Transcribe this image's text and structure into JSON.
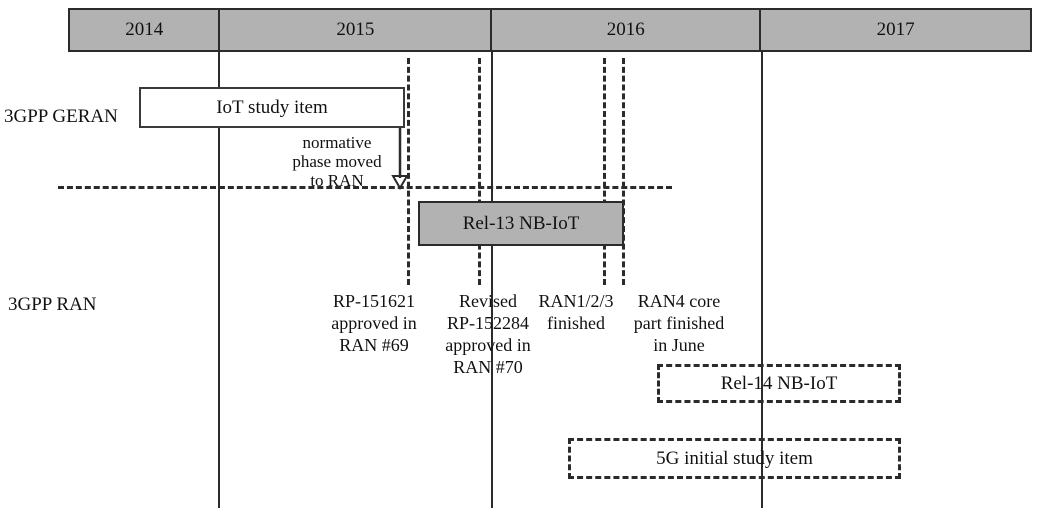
{
  "diagram": {
    "title": "NB-IoT standardization timeline in 3GPP",
    "type": "timeline"
  },
  "timeline": {
    "years": [
      {
        "label": "2014"
      },
      {
        "label": "2015"
      },
      {
        "label": "2016"
      },
      {
        "label": "2017"
      }
    ]
  },
  "rows": [
    {
      "label": "3GPP GERAN"
    },
    {
      "label": "3GPP RAN"
    }
  ],
  "items": {
    "iot_study": "IoT study item",
    "rel13": "Rel-13 NB-IoT",
    "rel14": "Rel-14 NB-IoT",
    "fiveg_study": "5G initial study item"
  },
  "annotations": {
    "normative_move": "normative\nphase moved\nto RAN",
    "rp151621": "RP-151621\napproved in\nRAN #69",
    "rp152284": "Revised\nRP-152284\napproved in\nRAN #70",
    "ran123": "RAN1/2/3\nfinished",
    "ran4": "RAN4 core\npart finished\nin June"
  },
  "colors": {
    "header_fill": "#b2b2b2",
    "box_fill": "#b2b2b2",
    "stroke": "#2b2b2b",
    "page_background": "#ffffff"
  }
}
